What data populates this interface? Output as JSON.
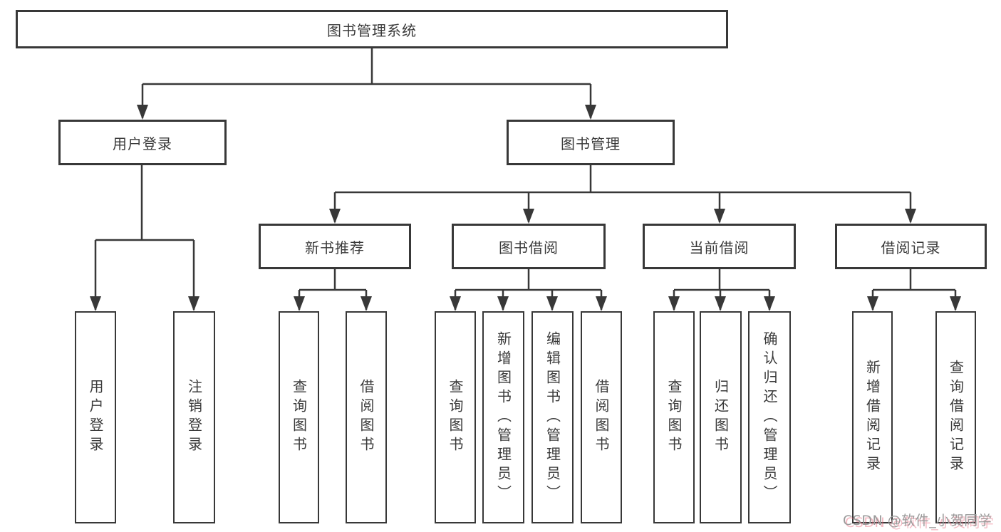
{
  "title": "图书管理系统",
  "watermark": "CSDN @软件_小贺同学",
  "colors": {
    "line": "#383838",
    "box_border": "#383838",
    "text": "#3a3a3a",
    "background": "#ffffff",
    "watermark_gray": "#9b9b9b",
    "watermark_accent": "#e7657a"
  },
  "nodes": {
    "root": {
      "label": "图书管理系统"
    },
    "l2": [
      {
        "id": "user-login",
        "label": "用户登录",
        "parent": "root"
      },
      {
        "id": "book-management",
        "label": "图书管理",
        "parent": "root"
      }
    ],
    "l3": [
      {
        "id": "new-book-recommend",
        "label": "新书推荐",
        "parent": "图书管理"
      },
      {
        "id": "book-borrowing",
        "label": "图书借阅",
        "parent": "图书管理"
      },
      {
        "id": "current-borrowing",
        "label": "当前借阅",
        "parent": "图书管理"
      },
      {
        "id": "borrowing-records",
        "label": "借阅记录",
        "parent": "图书管理"
      }
    ],
    "leaves": [
      {
        "id": "leaf-user-login",
        "label": "用户登录",
        "parent": "用户登录"
      },
      {
        "id": "leaf-logout",
        "label": "注销登录",
        "parent": "用户登录"
      },
      {
        "id": "nb-query-books",
        "label": "查询图书",
        "parent": "新书推荐"
      },
      {
        "id": "nb-borrow-books",
        "label": "借阅图书",
        "parent": "新书推荐"
      },
      {
        "id": "bb-query-books",
        "label": "查询图书",
        "parent": "图书借阅"
      },
      {
        "id": "bb-add-books-admin",
        "label": "新增图书（管理员）",
        "parent": "图书借阅"
      },
      {
        "id": "bb-edit-books-admin",
        "label": "编辑图书（管理员）",
        "parent": "图书借阅"
      },
      {
        "id": "bb-borrow-books",
        "label": "借阅图书",
        "parent": "图书借阅"
      },
      {
        "id": "cb-query-books",
        "label": "查询图书",
        "parent": "当前借阅"
      },
      {
        "id": "cb-return-books",
        "label": "归还图书",
        "parent": "当前借阅"
      },
      {
        "id": "cb-confirm-return-admin",
        "label": "确认归还（管理员）",
        "parent": "当前借阅"
      },
      {
        "id": "br-add-record",
        "label": "新增借阅记录",
        "parent": "借阅记录"
      },
      {
        "id": "br-query-record",
        "label": "查询借阅记录",
        "parent": "借阅记录"
      }
    ]
  }
}
